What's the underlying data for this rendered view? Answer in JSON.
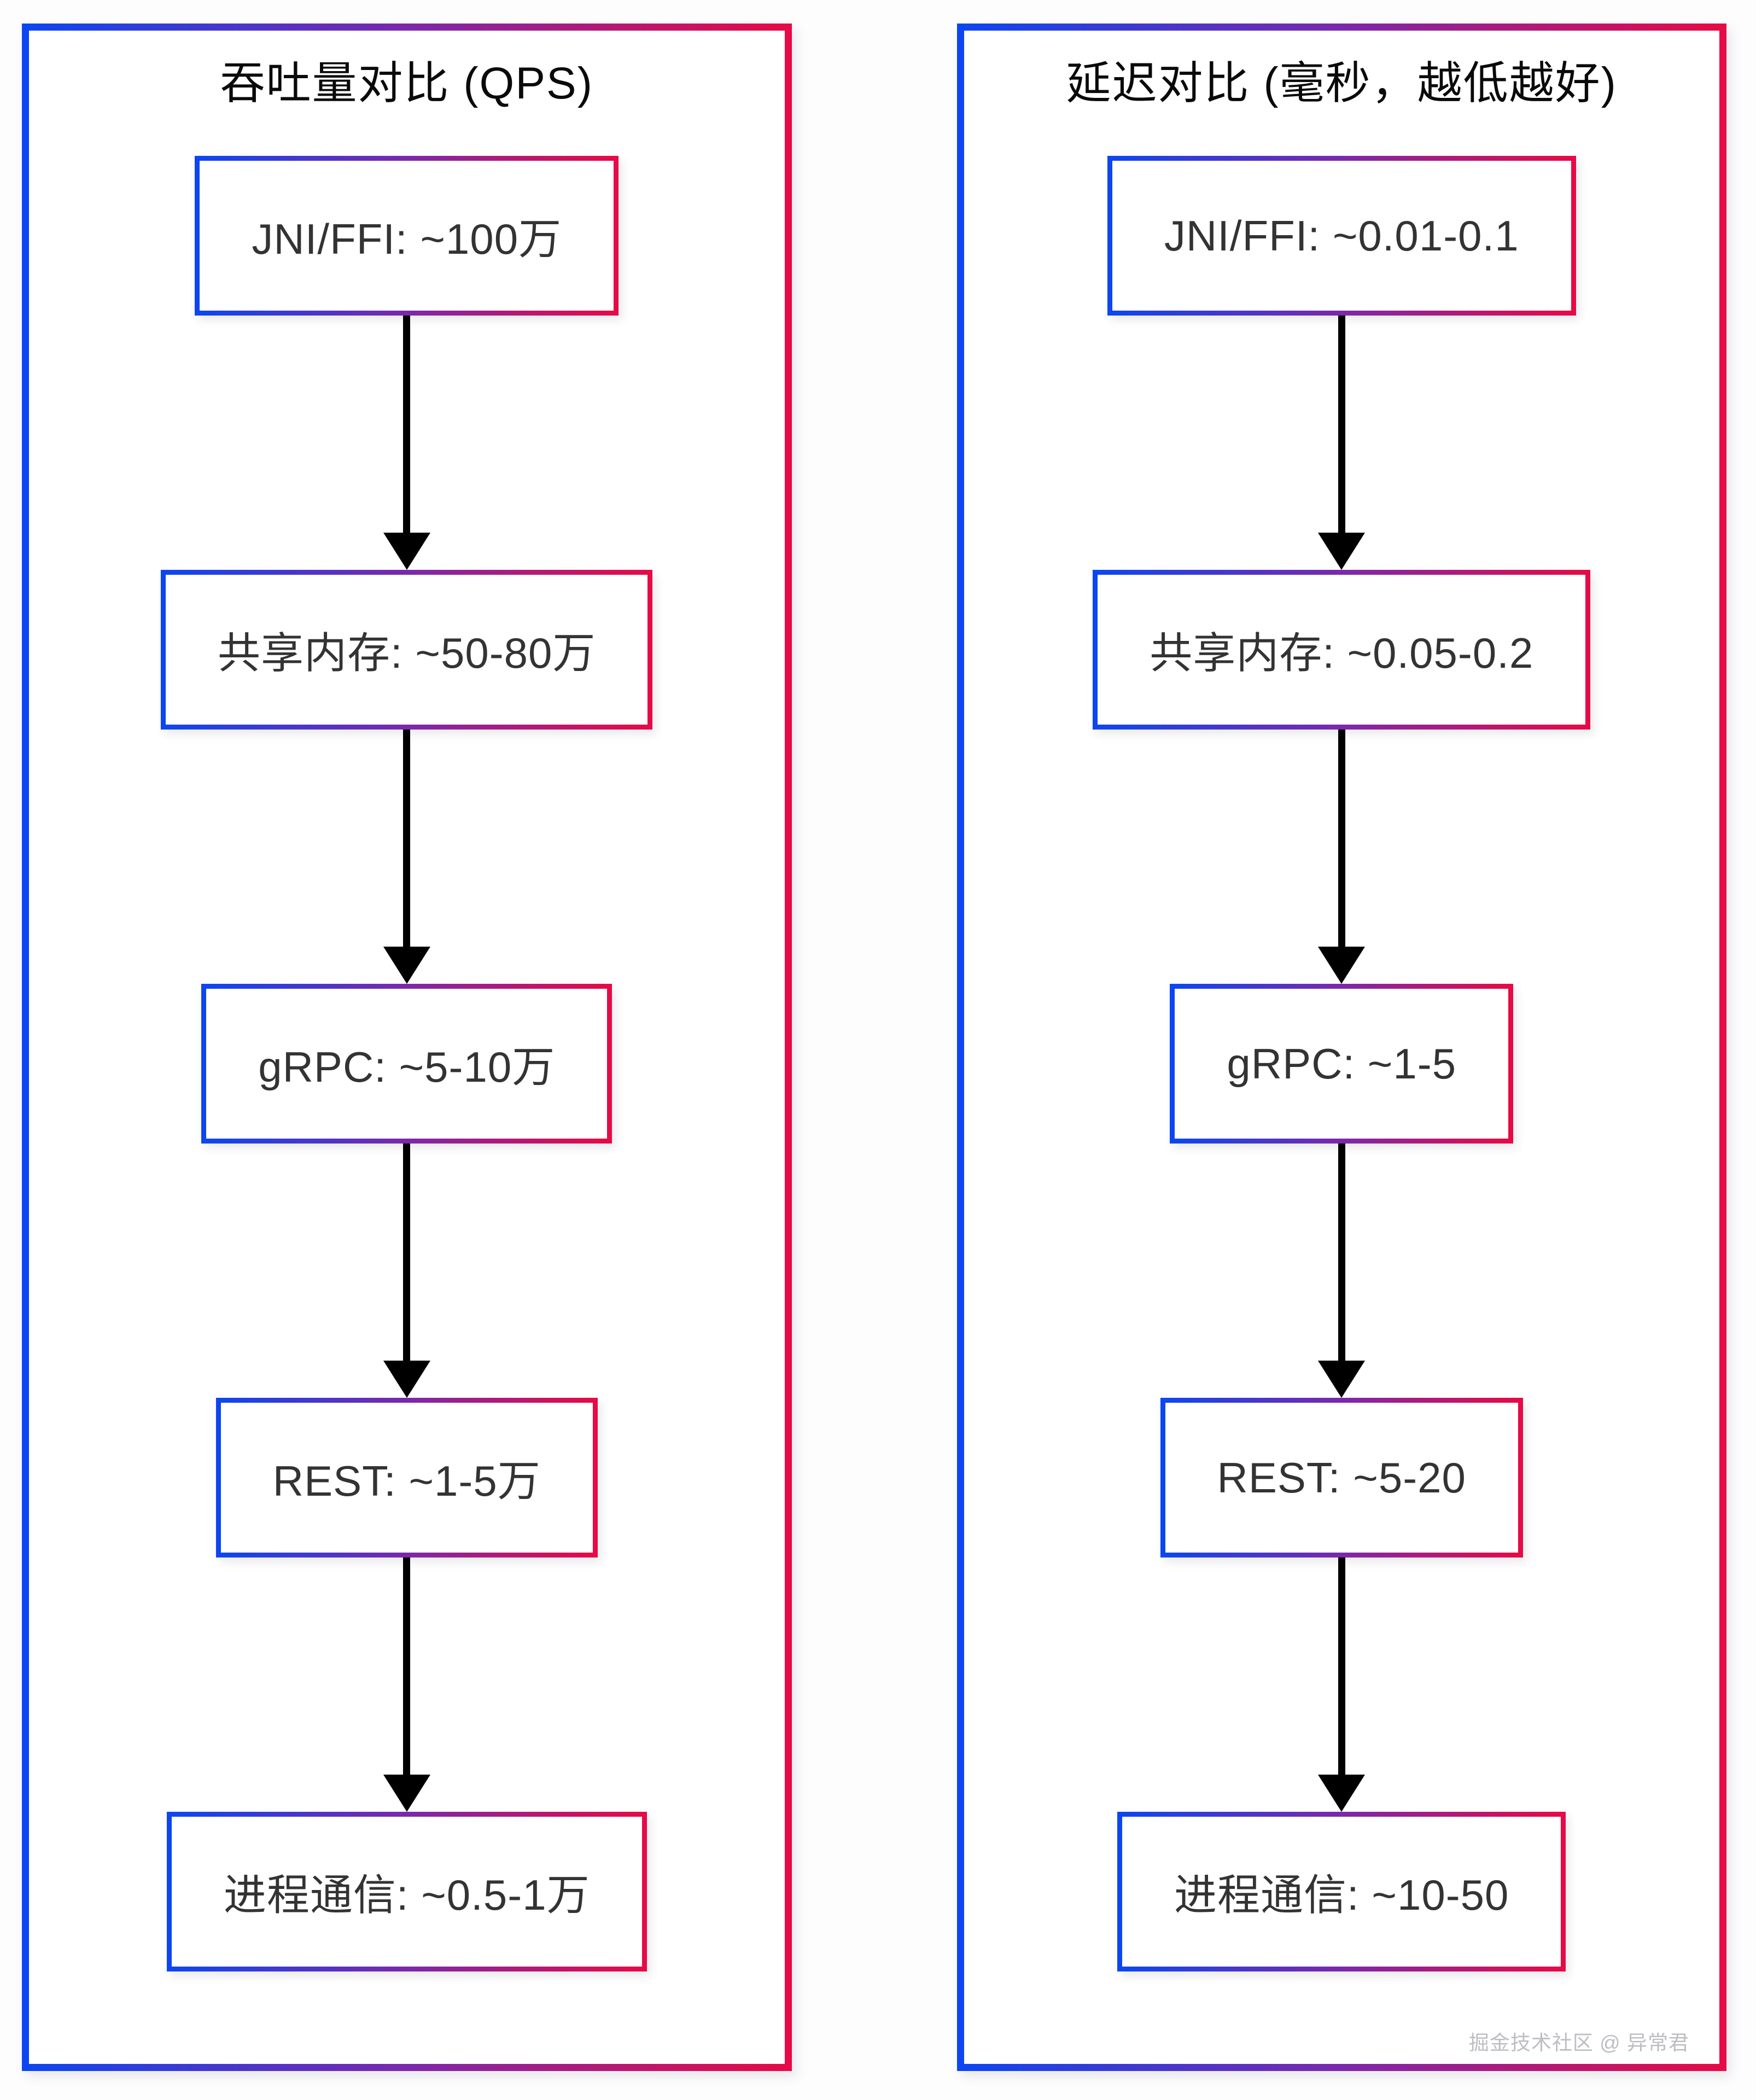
{
  "colors": {
    "gradient_start": "#0d46f0",
    "gradient_mid": "#7b28ab",
    "gradient_end": "#e60a46",
    "arrow": "#000000",
    "box_text": "#333333",
    "title_text": "#0a0a0a",
    "watermark_text": "#bdbdc2",
    "background": "#fdfdfe"
  },
  "panels": [
    {
      "id": "throughput",
      "title": "吞吐量对比 (QPS)",
      "nodes": [
        "JNI/FFI: ~100万",
        "共享内存: ~50-80万",
        "gRPC: ~5-10万",
        "REST: ~1-5万",
        "进程通信: ~0.5-1万"
      ]
    },
    {
      "id": "latency",
      "title": "延迟对比 (毫秒，越低越好)",
      "nodes": [
        "JNI/FFI: ~0.01-0.1",
        "共享内存: ~0.05-0.2",
        "gRPC: ~1-5",
        "REST: ~5-20",
        "进程通信: ~10-50"
      ]
    }
  ],
  "watermark": "掘金技术社区 @ 异常君"
}
